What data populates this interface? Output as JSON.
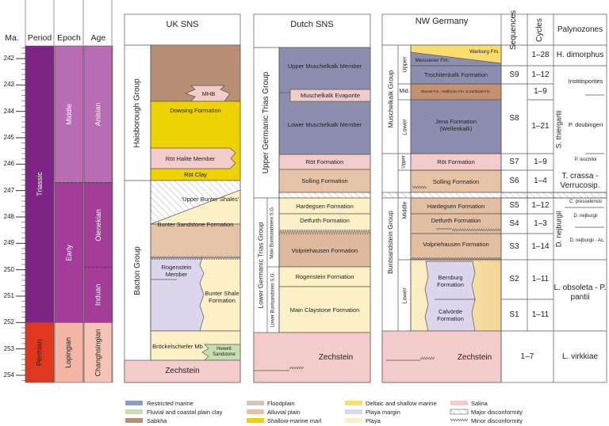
{
  "colors": {
    "restricted_marine": "#8c8eb0",
    "fluvial_clay": "#c6dfae",
    "sabkha": "#b88e74",
    "floodplain": "#d8c4b6",
    "alluvial_plain": "#e6c3a7",
    "shallow_marine_marl": "#ebd200",
    "deltaic": "#fbdc6e",
    "playa_margin": "#dcd6ec",
    "playa": "#fdf0c6",
    "salina": "#f3cbcb",
    "triassic": "#7e2486",
    "permian": "#e0381e",
    "middle": "#b86cb1",
    "early": "#a33d97",
    "lopingian": "#f3b6a5",
    "changhsingian": "#f6c4b6"
  },
  "timescale": {
    "headers": {
      "ma": "Ma.",
      "period": "Period",
      "epoch": "Epoch",
      "age": "Age"
    },
    "ticks": [
      242,
      243,
      244,
      245,
      246,
      247,
      248,
      249,
      250,
      251,
      252,
      253,
      254
    ],
    "periods": [
      {
        "name": "Triassic",
        "from": 241.5,
        "to": 252
      },
      {
        "name": "Permian",
        "from": 252,
        "to": 254.3
      }
    ],
    "epochs": [
      {
        "name": "Middle",
        "from": 241.5,
        "to": 246.7
      },
      {
        "name": "Early",
        "from": 246.7,
        "to": 252
      },
      {
        "name": "Lopingian",
        "from": 252,
        "to": 254.3
      }
    ],
    "ages": [
      {
        "name": "Anisian",
        "from": 241.5,
        "to": 246.7
      },
      {
        "name": "Olenekian",
        "from": 246.7,
        "to": 249.9
      },
      {
        "name": "Induan",
        "from": 249.9,
        "to": 252
      },
      {
        "name": "Changhsingian",
        "from": 252,
        "to": 254.3
      }
    ]
  },
  "uk_sns": {
    "title": "UK SNS",
    "groups": [
      "Haisborough Group",
      "Bacton Group"
    ],
    "units": {
      "mhb": "MHB",
      "dowsing": "Dowsing Formation",
      "rot_halite": "Röt Halite Member",
      "rot_clay": "Röt Clay",
      "upper_bunter": "'Upper Bunter Shales'",
      "bunter_sandstone": "Bunter Sandstone Formation",
      "rogenstein": "Rogenstein Member",
      "bunter_shale": "Bunter Shale Formation",
      "brockelschiefer": "Bröckelschiefer Mb.",
      "hewett": "Hewett Sandstone",
      "zechstein": "Zechstein"
    }
  },
  "dutch_sns": {
    "title": "Dutch SNS",
    "groups": [
      "Upper Germanic Trias Group",
      "Lower Germanic Trias Group"
    ],
    "subgroups": [
      "Main Buntsandstein S.G.",
      "Lower Buntsandstein S.G."
    ],
    "units": {
      "upper_muschelkalk": "Upper Muschelkalk Member",
      "evaporite": "Muschelkalk Evaporite",
      "lower_muschelkalk": "Lower Muschelkalk Member",
      "rot": "Röt Formation",
      "solling": "Solling Formation",
      "hardegsen": "Hardegsen Formation",
      "detfurth": "Detfurth Formation",
      "volpriehausen": "Volpriehausen Formation",
      "rogenstein": "Rogenstein Formation",
      "main_claystone": "Main Claystone Formation",
      "zechstein": "Zechstein"
    }
  },
  "nw_germany": {
    "title": "NW Germany",
    "headers": {
      "sequences": "Sequences",
      "cycles": "Cycles",
      "palynozones": "Palynozones"
    },
    "groups": [
      "Muschelkalk Group",
      "Buntsandstein Group"
    ],
    "subgroups": {
      "mk_upper": "Upper",
      "mk_mid": "Mid.",
      "mk_lower": "Lower",
      "bs_upper": "Upper",
      "bs_middle": "Middle",
      "bs_lower": "Lower"
    },
    "units": {
      "warburg": "Warburg Fm.",
      "meissener": "Meissener Fm.",
      "trochitenkalk": "Trochitenkalk Formation",
      "diemel": "Diemel Fm., Heilbronn Fm. & Karlstadt Fm.",
      "jena": "Jena Formation (Wellenkalk)",
      "rot": "Röt Formation",
      "solling": "Solling Formation",
      "hardegsen": "Hardegsen Formation",
      "detfurth": "Detfurth Formation",
      "volpriehausen": "Volpriehausen Formation",
      "bernburg": "Bernburg Formation",
      "calvorde": "Calvörde Formation",
      "zechstein": "Zechstein"
    },
    "sequences": {
      "s9": "S9",
      "s8": "S8",
      "s7": "S7",
      "s6": "S6",
      "s5": "S5",
      "s4": "S4",
      "s3": "S3",
      "s2": "S2",
      "s1": "S1",
      "zechstein": "1–7"
    },
    "cycles": {
      "warburg": "1–28",
      "trochitenkalk": "1–12",
      "mid": "1–9",
      "jena": "1–21",
      "rot": "1–9",
      "solling": "1–4",
      "hardegsen": "1–12",
      "detfurth": "1–3",
      "volpriehausen": "1–14",
      "bernburg": "1–11",
      "calvorde": "1–11"
    },
    "palynozones": {
      "h_dimorphus": "H. dimorphus",
      "s_thiergartii": "S. thiergartii",
      "institisporites": "Institisporites",
      "p_doubingeri": "P. doubingeri",
      "p_leschikii": "P. leschikii",
      "t_crassa": "T. crassa - Verrucosip.",
      "c_presselensis": "C. presselensis",
      "d_nejburgii": "D. nejburgii",
      "d_nejburgii_sub": "D. nejburgii",
      "d_nejburgii_ac": "D. nejburgii - Ac.",
      "l_obsoleta": "L. obsoleta - P. pantii",
      "l_virkkiae": "L. virkkiae"
    }
  },
  "legend": [
    {
      "label": "Restricted marine",
      "color": "#8c9cc8"
    },
    {
      "label": "Fluvial and coastal plain clay",
      "color": "#c6dfae"
    },
    {
      "label": "Sabkha",
      "color": "#b88e74"
    },
    {
      "label": "Floodplain",
      "color": "#d8c4b6"
    },
    {
      "label": "Alluvial plain",
      "color": "#e6c3a7"
    },
    {
      "label": "Shallow-marine marl",
      "color": "#ebd200"
    },
    {
      "label": "Deltaic and shallow marine",
      "color": "#fbdc6e"
    },
    {
      "label": "Playa margin",
      "color": "#dcd6ec"
    },
    {
      "label": "Playa",
      "color": "#fdf0c6"
    },
    {
      "label": "Salina",
      "color": "#f3cbcb"
    },
    {
      "label": "Major disconformity",
      "color": "hatch"
    },
    {
      "label": "Minor disconformity",
      "color": "wave"
    }
  ]
}
